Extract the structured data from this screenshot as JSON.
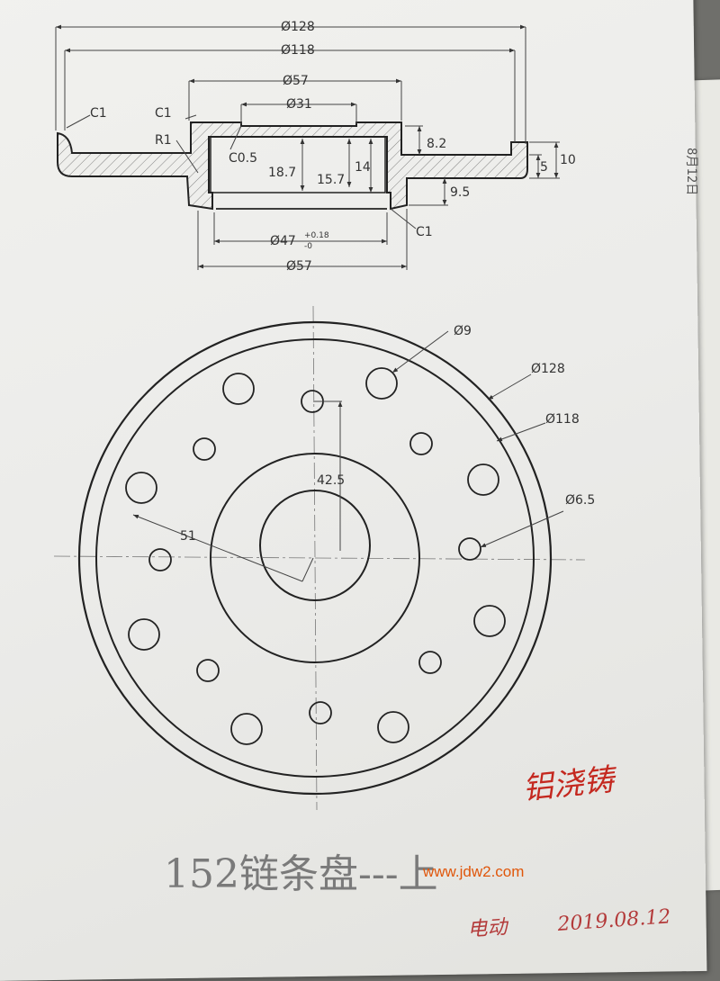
{
  "section": {
    "od_outer": "Ø128",
    "od_inner": "Ø118",
    "hub_top": "Ø57",
    "bore_top": "Ø31",
    "chamfer_left": "C1",
    "chamfer_hub": "C1",
    "fillet": "R1",
    "chamfer_inner": "C0.5",
    "dim_18_7": "18.7",
    "dim_15_7": "15.7",
    "dim_14": "14",
    "dim_8_2": "8.2",
    "dim_5": "5",
    "dim_10": "10",
    "dim_9_5": "9.5",
    "bore_bottom": "Ø47",
    "tol_upper": "+0.18",
    "tol_lower": "-0",
    "chamfer_bottom": "C1",
    "hub_bottom": "Ø57"
  },
  "plan": {
    "hole_large": "Ø9",
    "od_outer": "Ø128",
    "od_inner": "Ø118",
    "hole_small": "Ø6.5",
    "radius_small": "42.5",
    "radius_large": "51"
  },
  "title": "152链条盘---上",
  "watermark": "www.jdw2.com",
  "material_note": "铝浇铸",
  "signature": "电动",
  "date": "2019.08.12",
  "side_note": "8月12日"
}
